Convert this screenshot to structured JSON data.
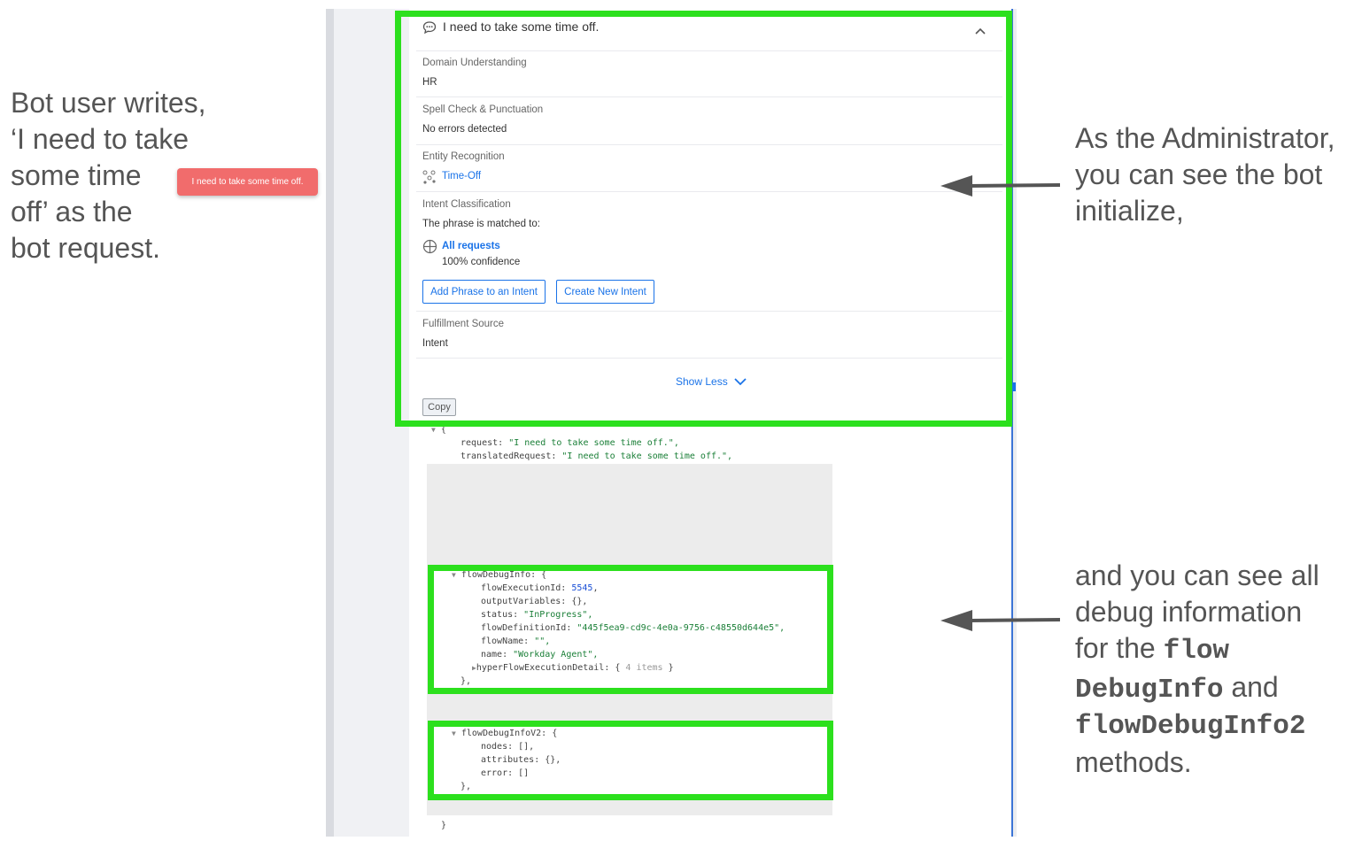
{
  "annotations": {
    "left": [
      "Bot user writes,",
      "‘I need to take",
      "some time",
      "off’ as the",
      "bot request."
    ],
    "right_top": [
      "As the Administrator,",
      "you can see the bot",
      "initialize,"
    ],
    "right_bottom": {
      "line1": "and you can see all",
      "line2": "debug information",
      "line3_prefix": "for the ",
      "line3_mono": "flow",
      "line4_mono": "DebugInfo",
      "line4_suffix": " and",
      "line5_mono": "flowDebugInfo2",
      "line6": "methods."
    }
  },
  "chip": {
    "text": "I need to take some time off."
  },
  "card": {
    "title": "I need to take some time off.",
    "sections": {
      "domain": {
        "label": "Domain Understanding",
        "value": "HR"
      },
      "spell": {
        "label": "Spell Check & Punctuation",
        "value": "No errors detected"
      },
      "entity": {
        "label": "Entity Recognition",
        "value": "Time-Off"
      },
      "intent": {
        "label": "Intent Classification",
        "matched_text": "The phrase is matched to:",
        "match_name": "All requests",
        "confidence": "100% confidence"
      },
      "fulfillment": {
        "label": "Fulfillment Source",
        "value": "Intent"
      }
    },
    "buttons": {
      "add_phrase": "Add Phrase to an Intent",
      "create_intent": "Create New Intent"
    },
    "show_less": "Show Less",
    "copy": "Copy"
  },
  "code": {
    "open_brace": "{",
    "request_key": "request: ",
    "request_val": "\"I need to take some time off.\",",
    "translated_key": "translatedRequest: ",
    "translated_val": "\"I need to take some time off.\",",
    "fdi_header": "flowDebugInfo: {",
    "fdi_exec_key": "flowExecutionId: ",
    "fdi_exec_val": "5545",
    "fdi_output": "outputVariables: {},",
    "fdi_status_key": "status: ",
    "fdi_status_val": "\"InProgress\",",
    "fdi_def_key": "flowDefinitionId: ",
    "fdi_def_val": "\"445f5ea9-cd9c-4e0a-9756-c48550d644e5\",",
    "fdi_flowname_key": "flowName: ",
    "fdi_flowname_val": "\"\",",
    "fdi_name_key": "name: ",
    "fdi_name_val": "\"Workday Agent\",",
    "fdi_hyper_key": "hyperFlowExecutionDetail: { ",
    "fdi_hyper_items": "4 items",
    "fdi_hyper_close": " }",
    "fdi_close": "},",
    "v2_header": "flowDebugInfoV2: {",
    "v2_nodes": "nodes: [],",
    "v2_attributes": "attributes: {},",
    "v2_error": "error: []",
    "v2_close": "},",
    "close_brace": "}"
  },
  "colors": {
    "highlight": "#2ce01d",
    "accent": "#1a73e8",
    "chip": "#f16c6c"
  }
}
